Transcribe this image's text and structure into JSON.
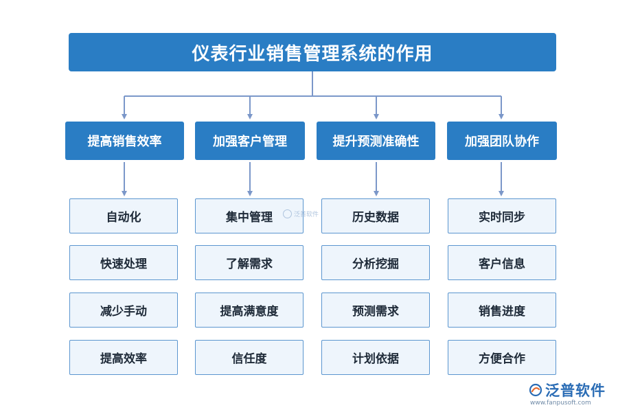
{
  "title": "仪表行业销售管理系统的作用",
  "categories": [
    {
      "label": "提高销售效率",
      "items": [
        "自动化",
        "快速处理",
        "减少手动",
        "提高效率"
      ]
    },
    {
      "label": "加强客户管理",
      "items": [
        "集中管理",
        "了解需求",
        "提高满意度",
        "信任度"
      ]
    },
    {
      "label": "提升预测准确性",
      "items": [
        "历史数据",
        "分析挖掘",
        "预测需求",
        "计划依据"
      ]
    },
    {
      "label": "加强团队协作",
      "items": [
        "实时同步",
        "客户信息",
        "销售进度",
        "方便合作"
      ]
    }
  ],
  "watermark": {
    "text": "泛普软件"
  },
  "logo": {
    "name": "泛普软件",
    "url": "www.fanpusoft.com"
  },
  "colors": {
    "primary": "#2a7dc4",
    "connector": "#7b97c9",
    "item_bg": "#eef5fc",
    "item_border": "#5a95cf"
  }
}
